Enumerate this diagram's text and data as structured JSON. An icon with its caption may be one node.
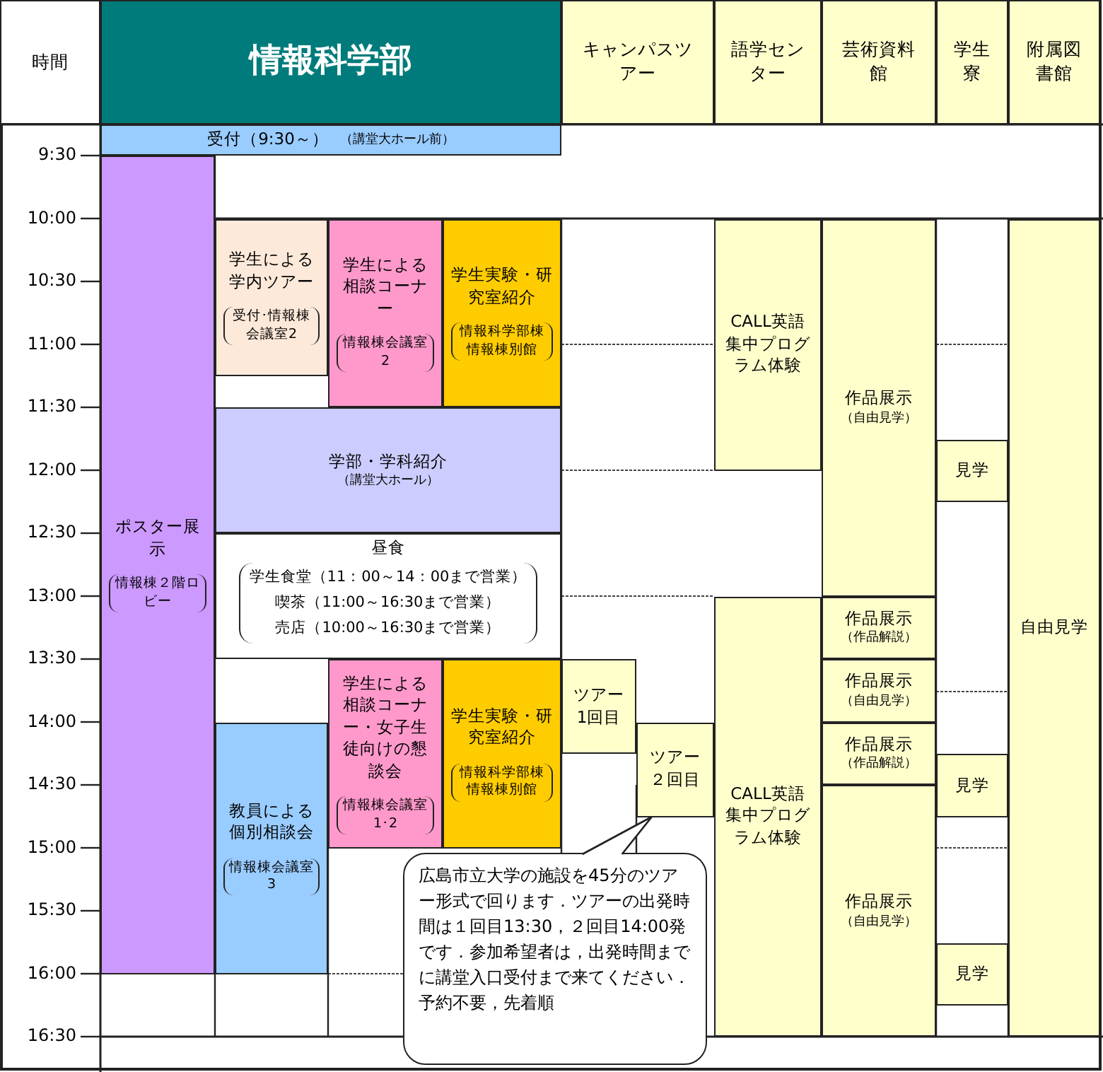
{
  "diagram": {
    "nodes": [
      {
        "text": [
          "時間"
        ]
      },
      {
        "text": [
          "情報科学部"
        ]
      },
      {
        "text": [
          "キャンパスツアー"
        ]
      },
      {
        "text": [
          "語学センター"
        ]
      },
      {
        "text": [
          "芸術資料館"
        ]
      },
      {
        "text": [
          "学生寮"
        ]
      },
      {
        "text": [
          "附属図書館"
        ]
      },
      {
        "text": [
          "受付（9:30～）",
          "（講堂大ホール前）"
        ]
      },
      {
        "text": [
          "ポスター展示",
          "情報棟２階ロビー"
        ]
      },
      {
        "text": [
          "学生による学内ツアー",
          "受付･情報棟会議室2"
        ]
      },
      {
        "text": [
          "学生による相談コーナー",
          "情報棟会議室2"
        ]
      },
      {
        "text": [
          "学生実験・研究室紹介",
          "情報科学部棟情報棟別館"
        ]
      },
      {
        "text": [
          "CALL英語集中プログラム体験"
        ]
      },
      {
        "text": [
          "作品展示",
          "（自由見学）"
        ]
      },
      {
        "text": [
          "自由見学"
        ]
      },
      {
        "text": [
          "見学"
        ]
      },
      {
        "text": [
          "学部・学科紹介",
          "（講堂大ホール）"
        ]
      },
      {
        "text": [
          "昼食",
          "学生食堂（11：00～14：00まで営業）",
          "喫茶（11:00～16:30まで営業）",
          "売店（10:00～16:30まで営業）"
        ]
      },
      {
        "text": [
          "作品展示",
          "（作品解説）"
        ]
      },
      {
        "text": [
          "CALL英語集中プログラム体験"
        ]
      },
      {
        "text": [
          "ツアー1回目"
        ]
      },
      {
        "text": [
          "学生による相談コーナー・女子生徒向けの懇談会",
          "情報棟会議室1･2"
        ]
      },
      {
        "text": [
          "学生実験・研究室紹介",
          "情報科学部棟情報棟別館"
        ]
      },
      {
        "text": [
          "作品展示",
          "（自由見学）"
        ]
      },
      {
        "text": [
          "教員による個別相談会",
          "情報棟会議室3"
        ]
      },
      {
        "text": [
          "ツアー２回目"
        ]
      },
      {
        "text": [
          "作品展示",
          "（作品解説）"
        ]
      },
      {
        "text": [
          "見学"
        ]
      },
      {
        "text": [
          "作品展示",
          "（自由見学）"
        ]
      },
      {
        "text": [
          "見学"
        ]
      },
      {
        "text": [
          "広島市立大学の施設を45分のツアー形式で回ります．ツアーの出発時間は１回目13:30，２回目14:00発です．参加希望者は，出発時間までに講堂入口受付まで来てください．予約不要，先着順"
        ]
      }
    ],
    "edges": [
      {
        "from": 30,
        "to": 25,
        "arrow": "none"
      }
    ],
    "labels": [
      "9:30",
      "10:00",
      "10:30",
      "11:00",
      "11:30",
      "12:00",
      "12:30",
      "13:00",
      "13:30",
      "14:00",
      "14:30",
      "15:00",
      "15:30",
      "16:00",
      "16:30"
    ]
  }
}
